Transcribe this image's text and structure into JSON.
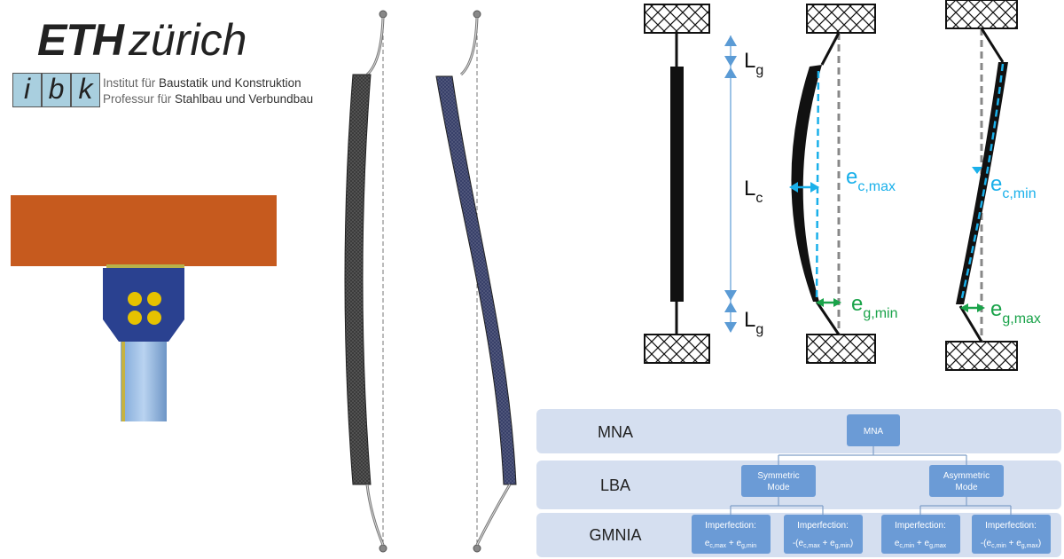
{
  "logo": {
    "eth_bold": "ETH",
    "eth_light": "zürich",
    "ibk_letters": [
      "i",
      "b",
      "k"
    ],
    "institute_line1_prefix": "Institut für ",
    "institute_line1_bold": "Baustatik und Konstruktion",
    "institute_line2_prefix": "Professur für ",
    "institute_line2_bold": "Stahlbau und Verbundbau"
  },
  "colors": {
    "beam": "#c65a1e",
    "connection_plate": "#2a4190",
    "bolt": "#e6c200",
    "column_steel": "#9fc0e6",
    "cyan_annotation": "#1ab0ea",
    "green_annotation": "#1aa34a",
    "dimension_arrow": "#5b9bd5",
    "row_band": "#d5dff0",
    "node_box": "#6b9bd6"
  },
  "schematic": {
    "lg_label": "L",
    "lg_sub": "g",
    "lc_label": "L",
    "lc_sub": "c",
    "ec_max_main": "e",
    "ec_max_sub": "c,max",
    "eg_min_main": "e",
    "eg_min_sub": "g,min",
    "ec_min_main": "e",
    "ec_min_sub": "c,min",
    "eg_max_main": "e",
    "eg_max_sub": "g,max"
  },
  "flowchart": {
    "rows": [
      "MNA",
      "LBA",
      "GMNIA"
    ],
    "mna_box": "MNA",
    "symmetric_line1": "Symmetric",
    "symmetric_line2": "Mode",
    "asymmetric_line1": "Asymmetric",
    "asymmetric_line2": "Mode",
    "imperfection_label": "Imperfection:",
    "imp1": {
      "a": "e",
      "a_sub": "c,max",
      "plus": " + e",
      "b_sub": "g,min"
    },
    "imp2": {
      "pre": "-(e",
      "a_sub": "c,max",
      "plus": " + e",
      "b_sub": "g,min",
      "post": ")"
    },
    "imp3": {
      "a": "e",
      "a_sub": "c,min",
      "plus": " + e",
      "b_sub": "g,max"
    },
    "imp4": {
      "pre": "-(e",
      "a_sub": "c,min",
      "plus": " + e",
      "b_sub": "g,max",
      "post": ")"
    }
  }
}
